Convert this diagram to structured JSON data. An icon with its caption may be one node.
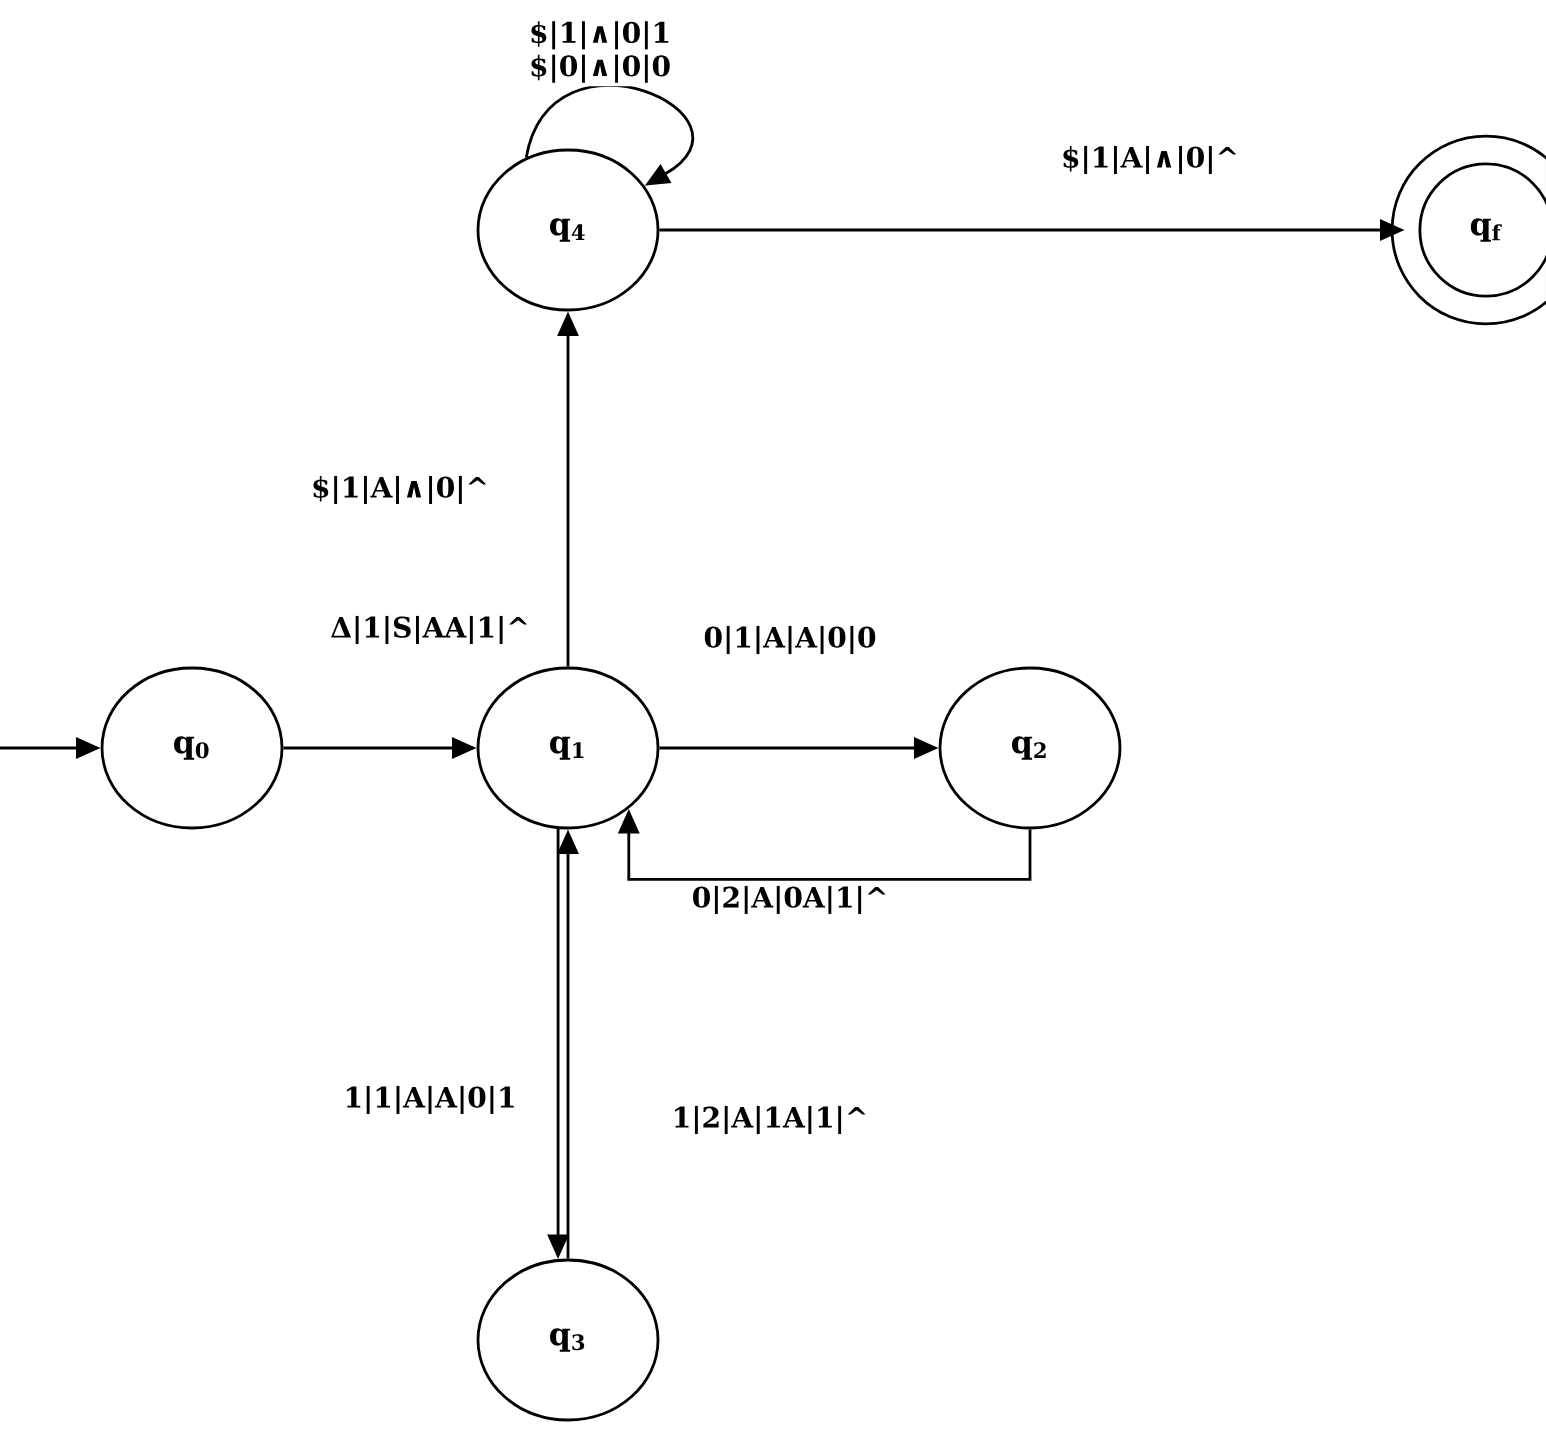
{
  "diagram": {
    "nodes": [
      {
        "text": [
          "q$_{4}$"
        ]
      },
      {
        "text": [
          "q$_{f}$"
        ]
      },
      {
        "text": [
          "q$_{0}$"
        ]
      },
      {
        "text": [
          "q$_{1}$"
        ]
      },
      {
        "text": [
          "q$_{2}$"
        ]
      },
      {
        "text": [
          "q$_{3}$"
        ]
      }
    ],
    "edges": [
      {
        "from": null,
        "to": 2,
        "arrow": "to"
      },
      {
        "from": 2,
        "to": 3,
        "arrow": "to",
        "label": "Δ|1|S|AA|1|^"
      },
      {
        "from": 3,
        "to": 4,
        "arrow": "to",
        "label": "0|1|A|A|0|0"
      },
      {
        "from": 4,
        "to": 3,
        "arrow": "to",
        "label": "0|2|A|0A|1|^"
      },
      {
        "from": 3,
        "to": 5,
        "arrow": "to",
        "label": "1|1|A|A|0|1"
      },
      {
        "from": 5,
        "to": 3,
        "arrow": "to",
        "label": "1|2|A|1A|1|^"
      },
      {
        "from": 3,
        "to": 0,
        "arrow": "to",
        "label": "$|1|A|∧|0|^"
      },
      {
        "from": 0,
        "to": 0,
        "arrow": "to",
        "label": "$|1|∧|0|1 $|0|∧|0|0"
      },
      {
        "from": 0,
        "to": 1,
        "arrow": "to",
        "label": "$|1|A|∧|0|^"
      }
    ]
  }
}
